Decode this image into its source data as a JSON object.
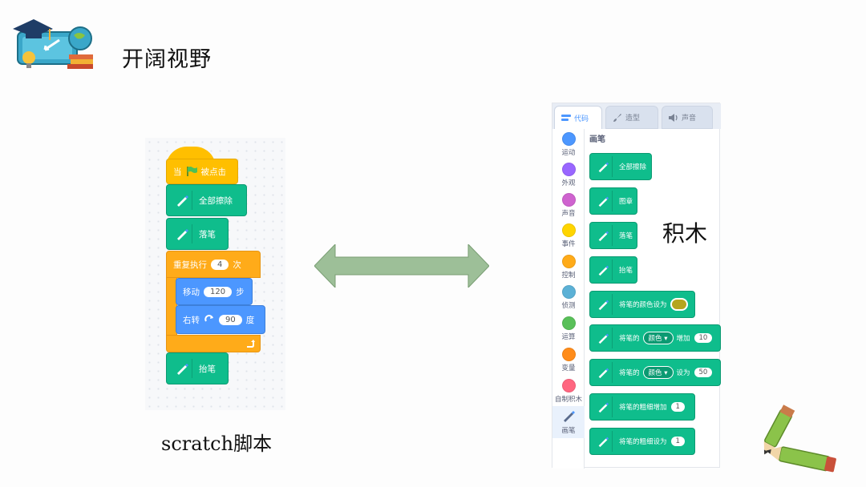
{
  "page": {
    "title": "开阔视野"
  },
  "script": {
    "hat": {
      "prefix": "当",
      "suffix": "被点击"
    },
    "blocks": {
      "clear": "全部擦除",
      "pen_down": "落笔",
      "repeat": {
        "label": "重复执行",
        "count": "4",
        "unit": "次"
      },
      "move": {
        "label": "移动",
        "steps": "120",
        "unit": "步"
      },
      "turn": {
        "label": "右转",
        "degrees": "90",
        "unit": "度"
      },
      "pen_up": "抬笔"
    },
    "caption": "scratch脚本"
  },
  "palette": {
    "tabs": [
      {
        "label": "代码",
        "icon": "code-icon"
      },
      {
        "label": "造型",
        "icon": "brush-icon"
      },
      {
        "label": "声音",
        "icon": "speaker-icon"
      }
    ],
    "categories": [
      {
        "label": "运动",
        "color": "#4c97ff"
      },
      {
        "label": "外观",
        "color": "#9966ff"
      },
      {
        "label": "声音",
        "color": "#cf63cf"
      },
      {
        "label": "事件",
        "color": "#ffd500"
      },
      {
        "label": "控制",
        "color": "#ffab19"
      },
      {
        "label": "侦测",
        "color": "#5cb1d6"
      },
      {
        "label": "运算",
        "color": "#59c059"
      },
      {
        "label": "变量",
        "color": "#ff8c1a"
      },
      {
        "label": "自制积木",
        "color": "#ff6680"
      },
      {
        "label": "画笔",
        "color": "#0fbd8c"
      }
    ],
    "section_title": "画笔",
    "blocks": {
      "clear": "全部擦除",
      "stamp": "图章",
      "pen_down": "落笔",
      "pen_up": "抬笔",
      "set_color_to": "将笔的颜色设为",
      "change_param": {
        "prefix": "将笔的",
        "dropdown": "颜色",
        "action": "增加",
        "value": "10"
      },
      "set_param": {
        "prefix": "将笔的",
        "dropdown": "颜色",
        "action": "设为",
        "value": "50"
      },
      "change_size": {
        "label": "将笔的粗细增加",
        "value": "1"
      },
      "set_size": {
        "label": "将笔的粗细设为",
        "value": "1"
      }
    },
    "caption": "积木"
  },
  "colors": {
    "pen": "#0fbd8c",
    "events": "#ffbf00",
    "control": "#ffab19",
    "motion": "#4c97ff",
    "arrow": "#9dbf98"
  }
}
